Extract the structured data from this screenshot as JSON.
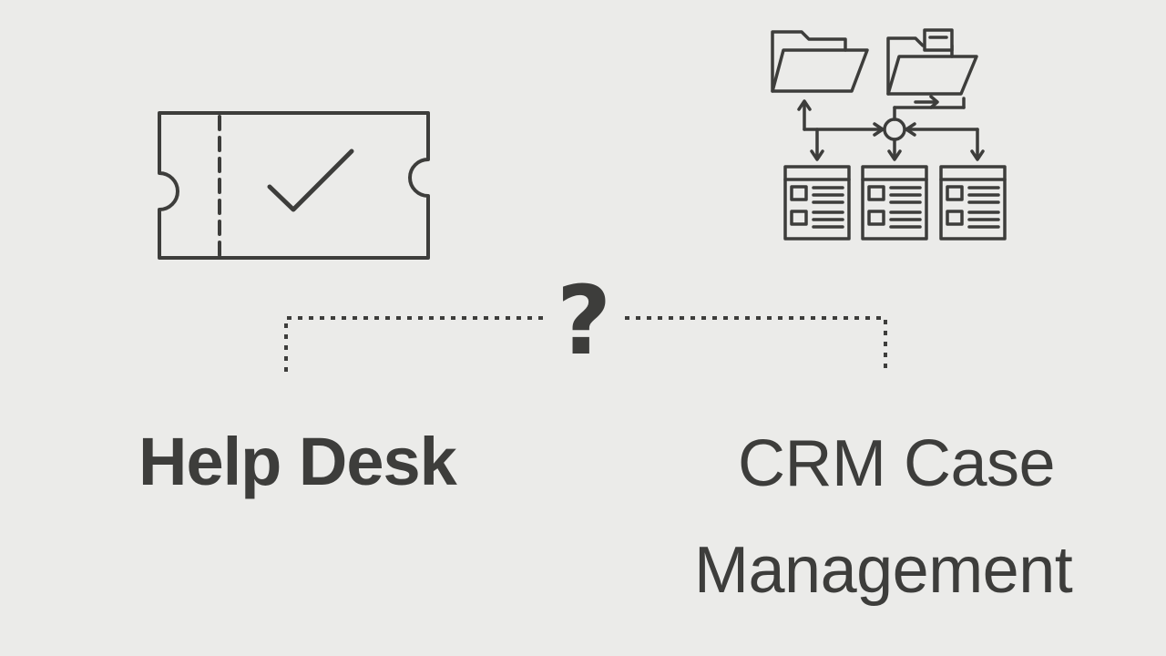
{
  "diagram": {
    "left_label": "Help Desk",
    "right_label_line1": "CRM Case",
    "right_label_line2": "Management",
    "center_symbol": "?"
  },
  "icons": {
    "left": "ticket-check-icon",
    "right": "folder-hierarchy-icon"
  },
  "colors": {
    "background": "#ebebe9",
    "ink": "#3d3d3b"
  }
}
